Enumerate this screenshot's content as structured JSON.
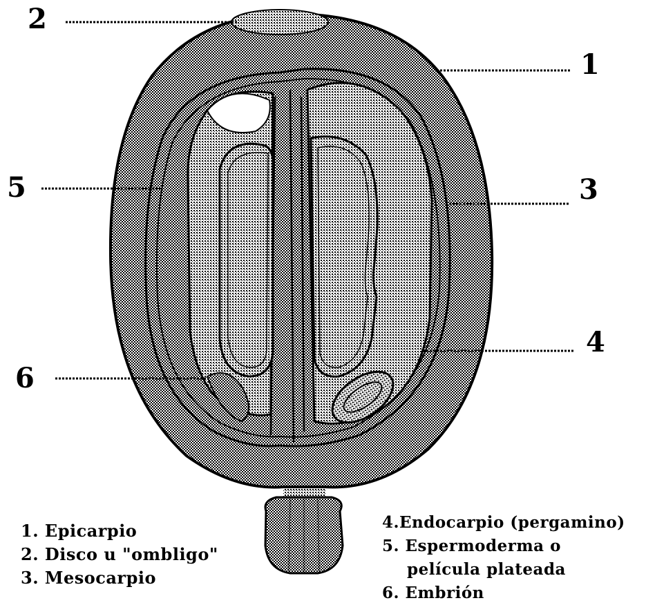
{
  "callouts": [
    {
      "id": "1",
      "label": "1"
    },
    {
      "id": "2",
      "label": "2"
    },
    {
      "id": "3",
      "label": "3"
    },
    {
      "id": "4",
      "label": "4"
    },
    {
      "id": "5",
      "label": "5"
    },
    {
      "id": "6",
      "label": "6"
    }
  ],
  "legend": {
    "left": [
      "1. Epicarpio",
      "2. Disco u \"ombligo\"",
      "3. Mesocarpio"
    ],
    "right": [
      "4.Endocarpio (pergamino)",
      "5. Espermoderma o",
      "película plateada",
      "6. Embrión"
    ]
  },
  "colors": {
    "ink": "#000000",
    "fill": "#a8a8a8",
    "background": "#ffffff"
  }
}
